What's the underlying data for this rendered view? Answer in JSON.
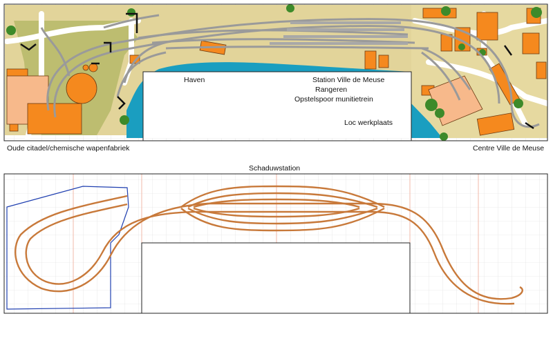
{
  "top_layout": {
    "labels": {
      "haven": "Haven",
      "station": "Station Ville de Meuse",
      "rangeren": "Rangeren",
      "opstelspoor": "Opstelspoor munitietrein",
      "loc_werkplaats": "Loc werkplaats",
      "oude_citadel": "Oude citadel/chemische wapenfabriek",
      "centre": "Centre Ville de Meuse"
    }
  },
  "bottom_layout": {
    "title": "Schaduwstation"
  },
  "colors": {
    "board_outline": "#222222",
    "grid": "#d6d6d6",
    "module_divider": "#f0b8a8",
    "terrain": "#e2d49a",
    "citadel_terrain": "#bdbd70",
    "building": "#f5891e",
    "building_light": "#f7b98b",
    "water": "#1a9ec0",
    "tree": "#3d8a2a",
    "road": "#ffffff",
    "track": "#9a9a9a",
    "hidden_track": "#c8793a",
    "boundary": "#1f3fb0"
  }
}
